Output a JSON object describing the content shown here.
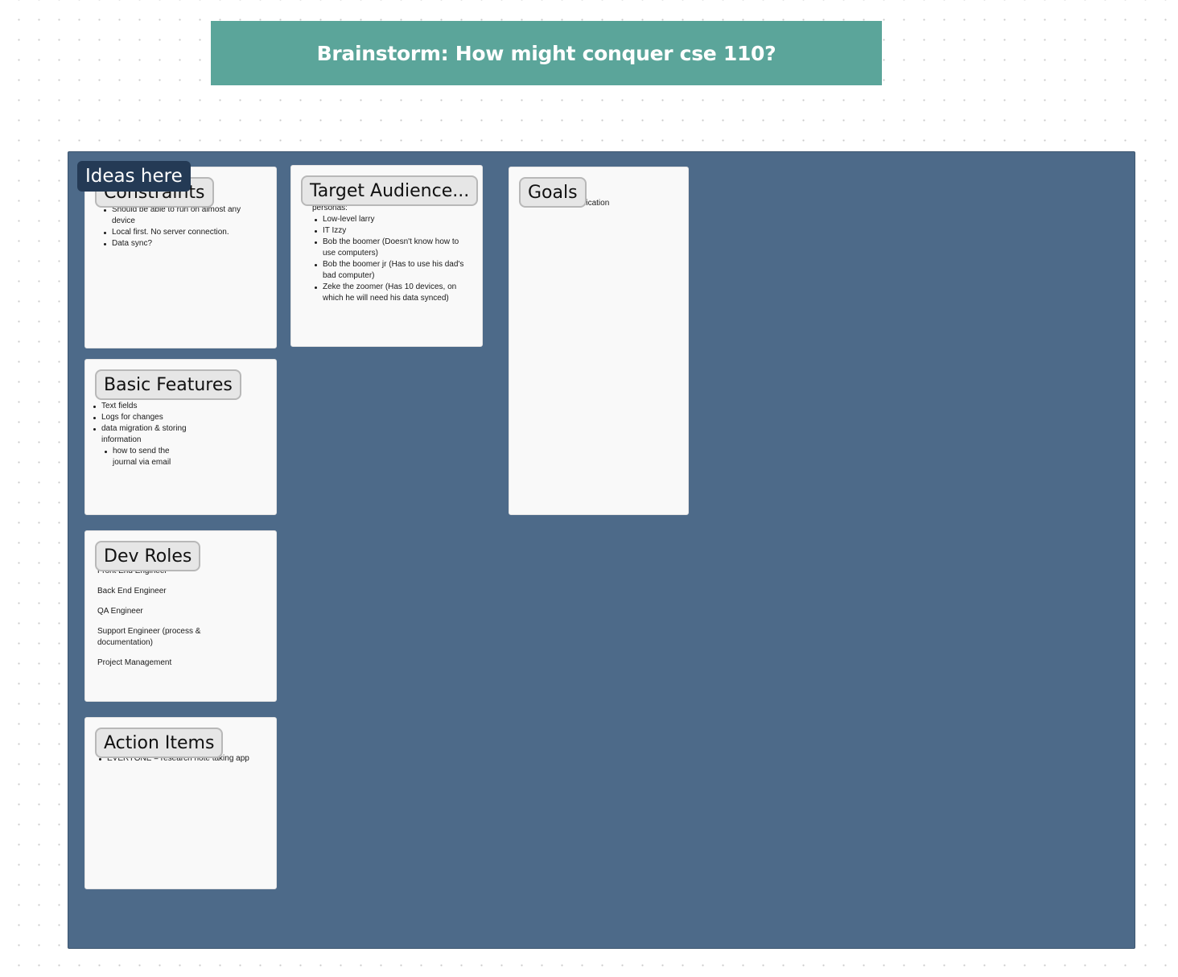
{
  "banner": {
    "title": "Brainstorm: How might conquer cse 110?"
  },
  "section": {
    "label": "Ideas here"
  },
  "cards": {
    "constraints": {
      "title": "Constraints",
      "items": [
        "Should be able to run on almost any device",
        "Local first. No server connection.",
        "Data sync?"
      ]
    },
    "target_audience": {
      "title": "Target Audience...",
      "intro": "personas:",
      "items": [
        "Low-level larry",
        "IT Izzy",
        "Bob the boomer (Doesn't know how to use computers)",
        "Bob the boomer jr (Has to use his dad's bad computer)",
        "Zeke the zoomer (Has 10 devices, on which he will need his data synced)"
      ]
    },
    "goals": {
      "title": "Goals",
      "text": "pplication"
    },
    "basic_features": {
      "title": "Basic Features",
      "items": [
        "Text fields",
        "Logs for changes",
        "data migration & storing information"
      ],
      "subitems": [
        "how to send the journal via email"
      ]
    },
    "dev_roles": {
      "title": "Dev Roles",
      "items": [
        "Front End Engineer",
        "Back End Engineer",
        "QA Engineer",
        "Support Engineer (process & documentation)",
        "Project Management"
      ]
    },
    "action_items": {
      "title": "Action Items",
      "items": [
        "EVERYONE = research note taking app"
      ]
    }
  }
}
